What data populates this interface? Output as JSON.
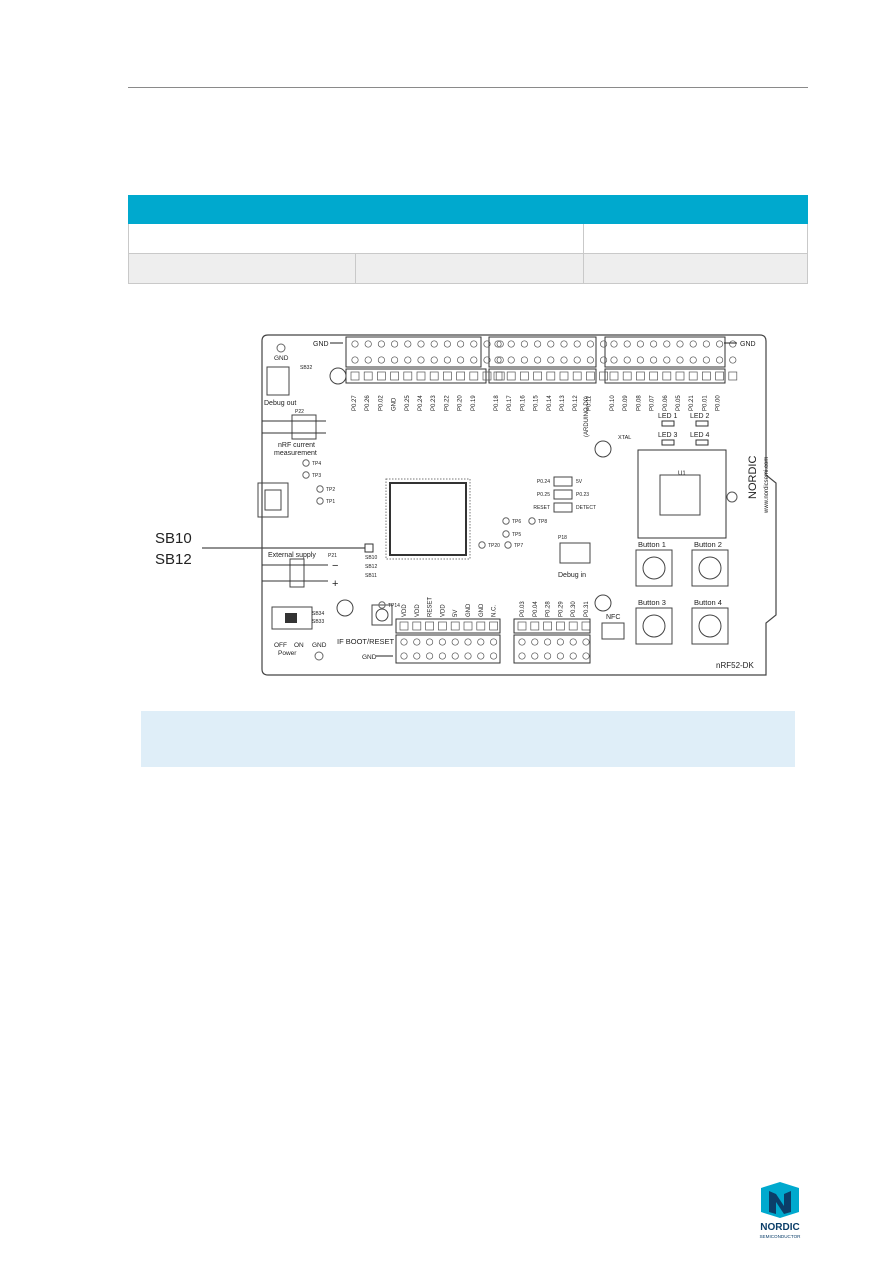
{
  "callouts": {
    "line1": "SB10",
    "line2": "SB12"
  },
  "board": {
    "gnd": "GND",
    "debug_out": "Debug out",
    "nrf_current": "nRF current",
    "measurement": "measurement",
    "external_supply": "External supply",
    "off": "OFF",
    "on": "ON",
    "power": "Power",
    "if_boot_reset": "IF BOOT/RESET",
    "debug_in": "Debug in",
    "nfc": "NFC",
    "button1": "Button 1",
    "button2": "Button 2",
    "button3": "Button 3",
    "button4": "Button 4",
    "led1": "LED 1",
    "led2": "LED 2",
    "led3": "LED 3",
    "led4": "LED 4",
    "board_name": "nRF52-DK",
    "brand": "NORDIC",
    "website": "www.nordicsemi.com",
    "arduino_d0": "(ARDUINO D0)",
    "xtal": "XTAL",
    "u1": "U1",
    "p21": "P21",
    "p22": "P22",
    "p18": "P18",
    "sb10": "SB10",
    "sb11": "SB11",
    "sb12": "SB12",
    "sb32": "SB32",
    "sb33": "SB33",
    "sb34": "SB34",
    "plus": "+",
    "minus": "−",
    "pins_left": [
      "P0.27",
      "P0.26",
      "P0.02",
      "GND",
      "P0.25",
      "P0.24",
      "P0.23",
      "P0.22",
      "P0.20",
      "P0.19"
    ],
    "pins_mid": [
      "P0.18",
      "P0.17",
      "P0.16",
      "P0.15",
      "P0.14",
      "P0.13",
      "P0.12",
      "P0.11"
    ],
    "pins_right": [
      "P0.10",
      "P0.09",
      "P0.08",
      "P0.07",
      "P0.06",
      "P0.05",
      "P0.21",
      "P0.01",
      "P0.00"
    ],
    "pins_bottom_left": [
      "VDD",
      "VDD",
      "RESET",
      "VDD",
      "5V",
      "GND",
      "GND",
      "N.C."
    ],
    "pins_bottom_right": [
      "P0.03",
      "P0.04",
      "P0.28",
      "P0.29",
      "P0.30",
      "P0.31"
    ],
    "mid_header": [
      [
        "P0.24",
        "5V"
      ],
      [
        "P0.25",
        "P0.23"
      ],
      [
        "RESET",
        "DETECT"
      ]
    ],
    "tps": [
      "TP1",
      "TP2",
      "TP3",
      "TP4",
      "TP5",
      "TP6",
      "TP7",
      "TP8",
      "TP14",
      "TP20"
    ]
  },
  "logo": {
    "brand": "NORDIC",
    "sub": "SEMICONDUCTOR"
  }
}
